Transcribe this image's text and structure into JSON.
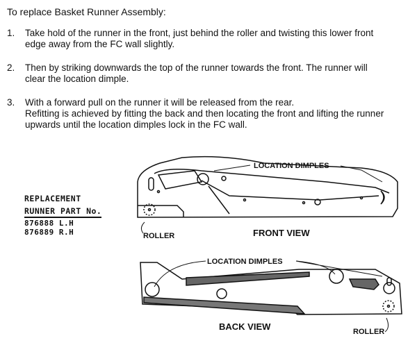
{
  "title": "To replace Basket Runner Assembly:",
  "steps": [
    {
      "num": "1.",
      "lines": [
        "Take hold of the runner in the front, just behind the roller and twisting this lower front",
        "edge away from the FC wall slightly."
      ]
    },
    {
      "num": "2.",
      "lines": [
        "Then by striking downwards the top of the runner towards the front.  The runner will",
        "clear the location dimple."
      ]
    },
    {
      "num": "3.",
      "lines": [
        "With a forward pull on the runner it will be released from the rear.",
        "Refitting is achieved by fitting the back and then locating the front and lifting the runner",
        "upwards until the location dimples lock in the FC wall."
      ]
    }
  ],
  "part": {
    "heading1": "REPLACEMENT",
    "heading2": "RUNNER PART No.",
    "left": "876888 L.H",
    "right": "876889 R.H"
  },
  "diagram": {
    "front": {
      "dimples_label": "LOCATION DIMPLES",
      "roller_label": "ROLLER",
      "view_label": "FRONT VIEW"
    },
    "back": {
      "dimples_label": "LOCATION DIMPLES",
      "roller_label": "ROLLER",
      "view_label": "BACK VIEW"
    }
  }
}
